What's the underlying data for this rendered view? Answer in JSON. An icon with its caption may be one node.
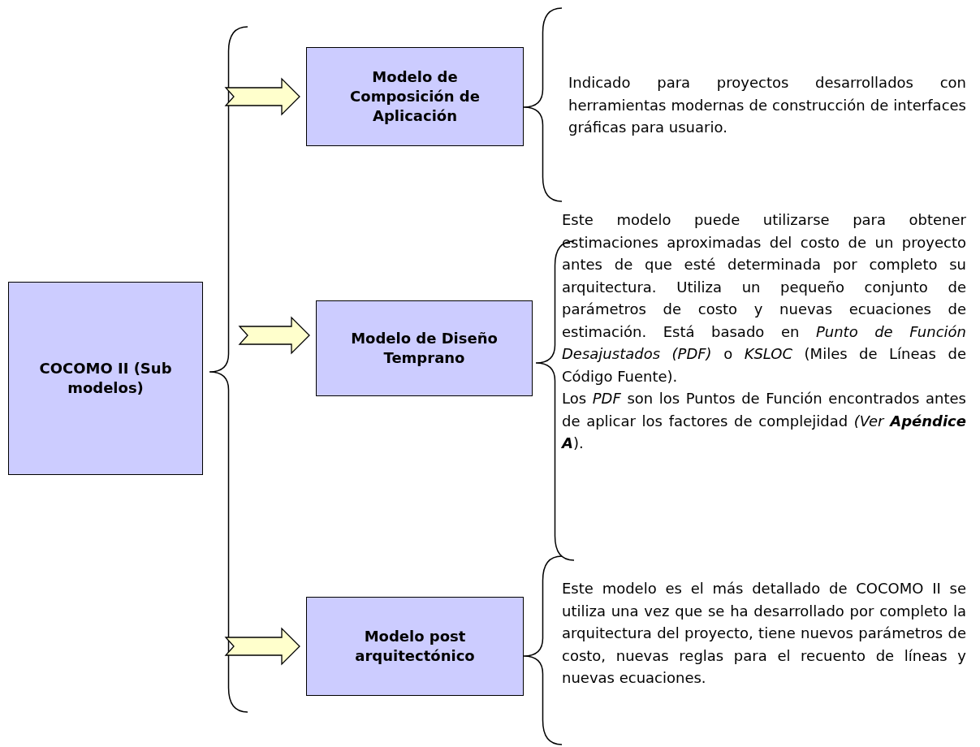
{
  "diagram": {
    "nodes": [
      {
        "text": [
          "COCOMO II (Sub modelos)"
        ]
      },
      {
        "text": [
          "Modelo de Composición de Aplicación"
        ],
        "beside": [
          "Indicado para proyectos desarrollados con herramientas modernas de construcción de interfaces gráficas para usuario."
        ]
      },
      {
        "text": [
          "Modelo de Diseño Temprano"
        ],
        "beside": [
          "Este modelo puede utilizarse para obtener estimaciones aproximadas del costo de un proyecto antes de que esté determinada por completo su arquitectura. Utiliza un pequeño conjunto de parámetros de costo y nuevas ecuaciones de estimación. Está basado en *Punto de Función Desajustados (PDF)* o *KSLOC* (Miles de Líneas de Código Fuente).",
          "Los *PDF* son los Puntos de Función encontrados antes de aplicar los factores de complejidad *(Ver* **Apéndice A**)."
        ]
      },
      {
        "text": [
          "Modelo post arquitectónico"
        ],
        "beside": [
          "Este modelo es el más detallado de COCOMO II se utiliza una vez que se ha desarrollado por completo la arquitectura del proyecto, tiene nuevos parámetros de costo, nuevas reglas para el recuento de líneas y nuevas ecuaciones."
        ]
      }
    ],
    "edges": [
      {
        "from": 0,
        "to": 1,
        "arrow": "to"
      },
      {
        "from": 0,
        "to": 2,
        "arrow": "to"
      },
      {
        "from": 0,
        "to": 3,
        "arrow": "to"
      }
    ]
  }
}
